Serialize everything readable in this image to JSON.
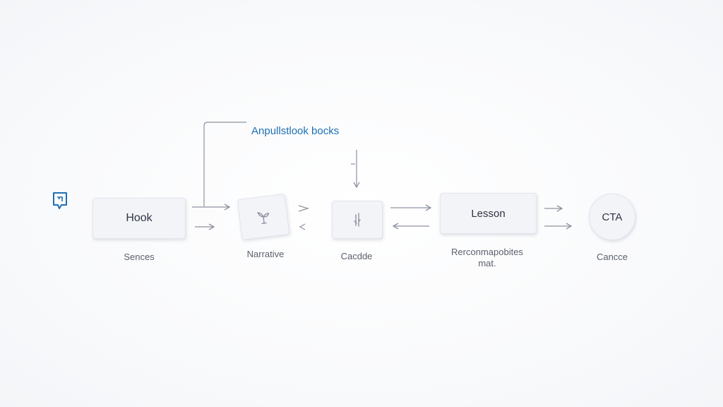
{
  "annotation": {
    "text": "Anpullstlook bocks"
  },
  "nodes": [
    {
      "id": "hook",
      "label": "Hook",
      "caption": "Sences"
    },
    {
      "id": "narrative",
      "label": "",
      "caption": "Narrative",
      "icon": "sprout-icon"
    },
    {
      "id": "cadence",
      "label": "",
      "caption": "Cacdde",
      "icon": "tally-icon"
    },
    {
      "id": "lesson",
      "label": "Lesson",
      "caption": "Rerconmapobites\nmat."
    },
    {
      "id": "cta",
      "label": "CTA",
      "caption": "Cancce"
    }
  ],
  "corner_badge": {
    "icon": "chat-bubble-icon",
    "color": "#1e6fb3"
  },
  "colors": {
    "accent": "#1e6fb3",
    "connector": "#8e93a0",
    "node_fill": "#f3f4f8",
    "text": "#2f3442"
  }
}
